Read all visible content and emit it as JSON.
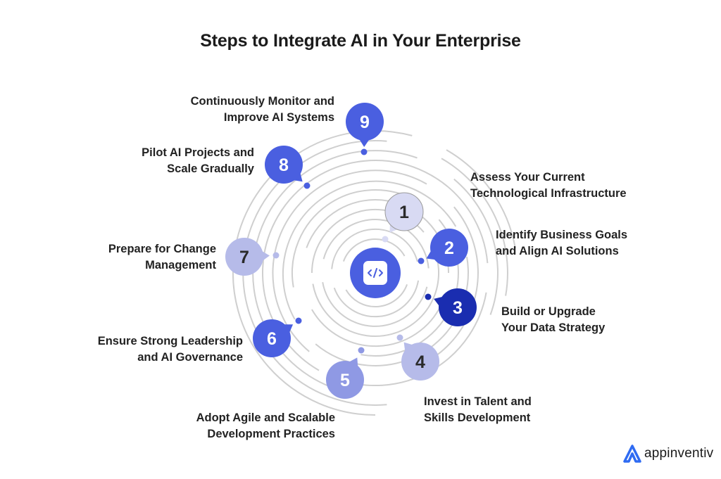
{
  "title": "Steps to Integrate AI in Your Enterprise",
  "center_icon": "code-icon",
  "colors": {
    "ring": "#cfcfcf",
    "center": "#4a5fe0",
    "blue": "#4a5fe0",
    "dark_blue": "#1a2db0",
    "light_lavender": "#d6d8f5",
    "lavender": "#b3b8ea",
    "medium_lavender": "#8f98e6"
  },
  "steps": [
    {
      "number": "1",
      "lines": [
        "Assess Your Current",
        "Technological Infrastructure"
      ],
      "color": "#d8daf3",
      "text_color": "#2a2a2a"
    },
    {
      "number": "2",
      "lines": [
        "Identify Business Goals",
        "and Align AI Solutions"
      ],
      "color": "#4a5fe0",
      "text_color": "#ffffff"
    },
    {
      "number": "3",
      "lines": [
        "Build or Upgrade",
        "Your Data Strategy"
      ],
      "color": "#1a2db0",
      "text_color": "#ffffff"
    },
    {
      "number": "4",
      "lines": [
        "Invest in Talent and",
        "Skills Development"
      ],
      "color": "#b6bbe9",
      "text_color": "#2a2a2a"
    },
    {
      "number": "5",
      "lines": [
        "Adopt Agile and Scalable",
        "Development Practices"
      ],
      "color": "#8f99e4",
      "text_color": "#ffffff"
    },
    {
      "number": "6",
      "lines": [
        "Ensure Strong Leadership",
        "and AI Governance"
      ],
      "color": "#4a5fe0",
      "text_color": "#ffffff"
    },
    {
      "number": "7",
      "lines": [
        "Prepare for Change",
        "Management"
      ],
      "color": "#b6bbe9",
      "text_color": "#2a2a2a"
    },
    {
      "number": "8",
      "lines": [
        "Pilot AI Projects and",
        "Scale Gradually"
      ],
      "color": "#4a5fe0",
      "text_color": "#ffffff"
    },
    {
      "number": "9",
      "lines": [
        "Continuously Monitor and",
        "Improve AI Systems"
      ],
      "color": "#4a5fe0",
      "text_color": "#ffffff"
    }
  ],
  "logo": {
    "text": "appinventiv",
    "icon": "appinventiv-logo-icon",
    "color": "#2f6bf2"
  }
}
